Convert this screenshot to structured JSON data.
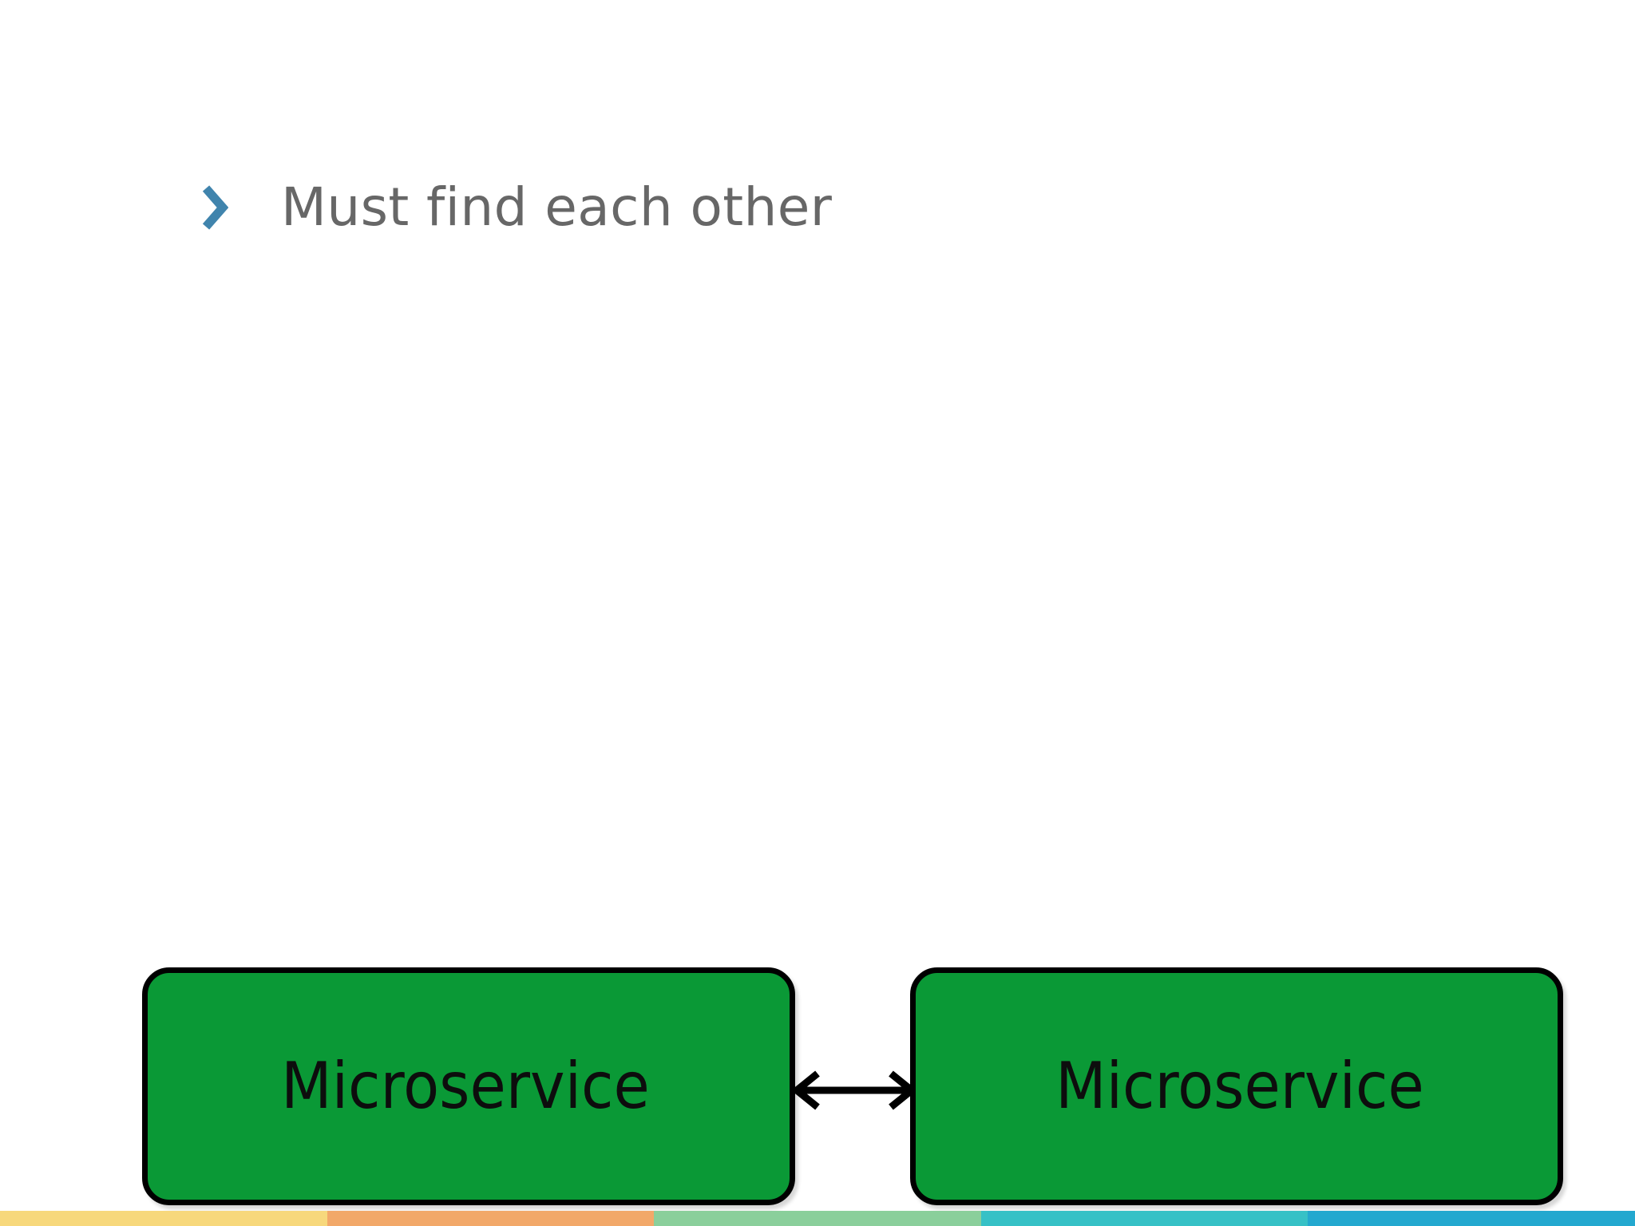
{
  "slide": {
    "background_color": "#ffffff",
    "bullets": [
      {
        "icon": "chevron-right-icon",
        "text": "Must find each other",
        "icon_color": "#4084ad",
        "text_color": "#676767"
      }
    ],
    "diagram": {
      "type": "node-link",
      "node_fill_color": "#0a9936",
      "node_border_color": "#000000",
      "node_label_color": "#0d0d0d",
      "nodes": [
        {
          "id": "left-node",
          "label": "Microservice"
        },
        {
          "id": "right-node",
          "label": "Microservice"
        }
      ],
      "connector": {
        "id": "bidirectional-arrow",
        "style": "double-headed",
        "color": "#000000",
        "from": "left-node",
        "to": "right-node"
      }
    },
    "footer_strip": {
      "segments": [
        {
          "name": "segment-yellow",
          "color": "#f7d87c",
          "width_pct": 20
        },
        {
          "name": "segment-orange",
          "color": "#f2a869",
          "width_pct": 20
        },
        {
          "name": "segment-green",
          "color": "#8acf9b",
          "width_pct": 20
        },
        {
          "name": "segment-teal",
          "color": "#36c1c6",
          "width_pct": 20
        },
        {
          "name": "segment-blue",
          "color": "#23a8cf",
          "width_pct": 20
        }
      ]
    }
  }
}
